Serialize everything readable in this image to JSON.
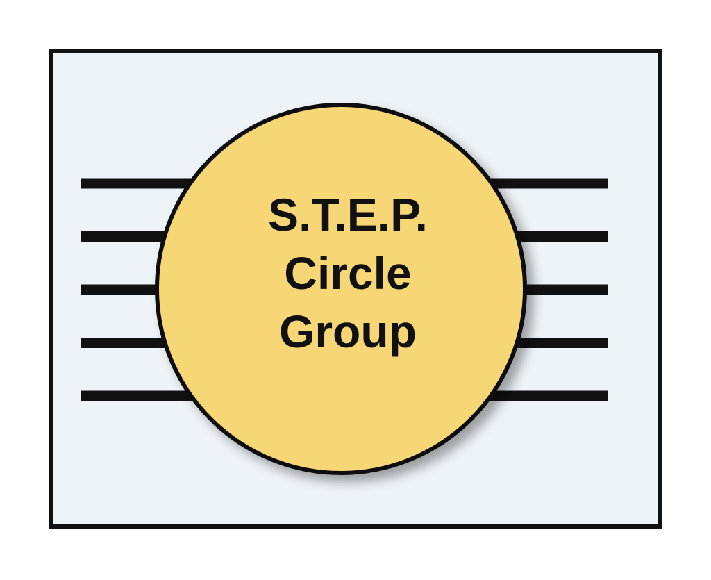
{
  "diagram": {
    "title_lines": [
      "S.T.E.P.",
      "Circle",
      "Group"
    ],
    "lines_per_side": 5,
    "colors": {
      "panel_fill": "#eef3f7",
      "frame_stroke": "#111111",
      "circle_fill": "#f7d675",
      "circle_stroke": "#111111",
      "line_color": "#111111",
      "text_color": "#111111"
    }
  }
}
